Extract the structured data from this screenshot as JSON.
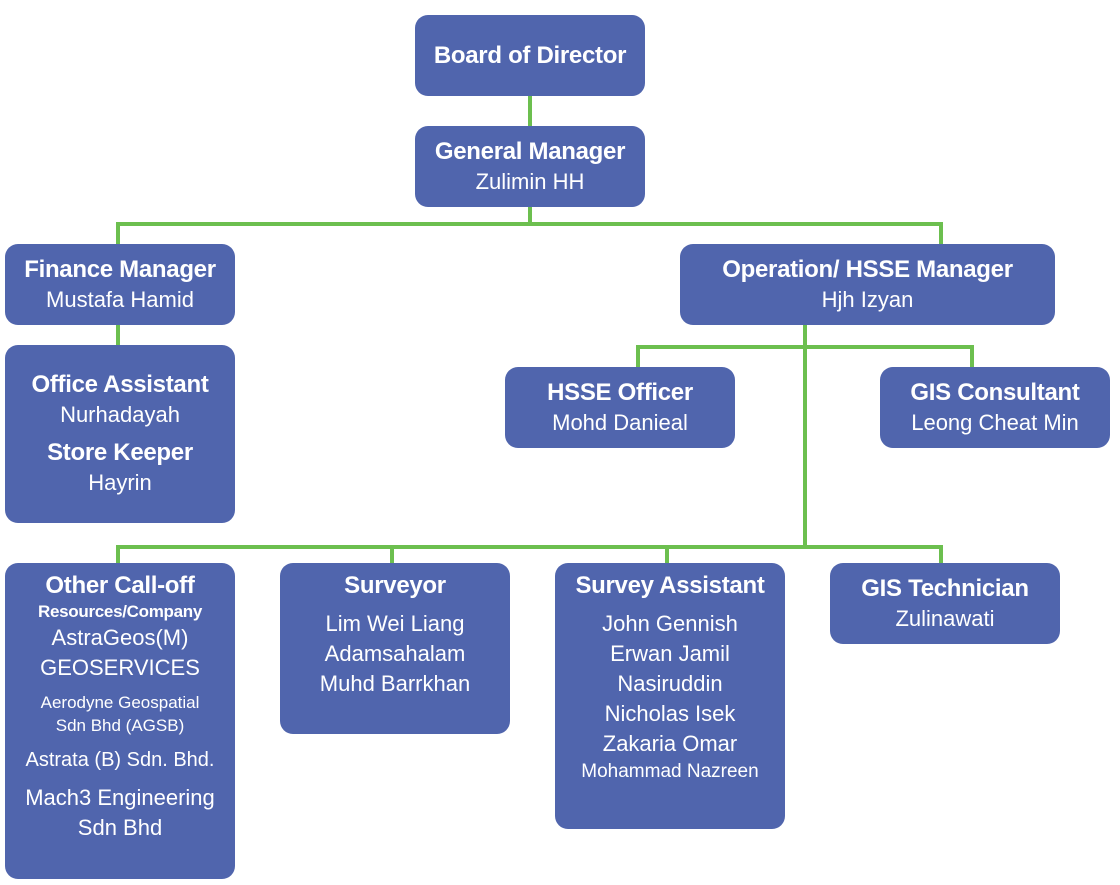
{
  "board": {
    "title": "Board of Director"
  },
  "gm": {
    "title": "General Manager",
    "name": "Zulimin HH"
  },
  "finance": {
    "title": "Finance Manager",
    "name": "Mustafa Hamid"
  },
  "office": {
    "title": "Office Assistant",
    "name": "Nurhadayah",
    "title2": "Store Keeper",
    "name2": "Hayrin"
  },
  "operation": {
    "title": "Operation/ HSSE Manager",
    "name": "Hjh Izyan"
  },
  "hsse": {
    "title": "HSSE Officer",
    "name": "Mohd Danieal"
  },
  "gis_consultant": {
    "title": "GIS Consultant",
    "name": "Leong Cheat Min"
  },
  "callof": {
    "title": "Other Call-off",
    "subtitle": "Resources/Company",
    "items": [
      "AstraGeos(M)",
      "GEOSERVICES",
      "Aerodyne Geospatial",
      "Sdn Bhd (AGSB)",
      "Astrata (B) Sdn. Bhd.",
      "Mach3 Engineering",
      "Sdn Bhd"
    ]
  },
  "surveyor": {
    "title": "Surveyor",
    "names": [
      "Lim Wei Liang",
      "Adamsahalam",
      "Muhd Barrkhan"
    ]
  },
  "survey_assistant": {
    "title": "Survey Assistant",
    "names": [
      "John Gennish",
      "Erwan Jamil",
      "Nasiruddin",
      "Nicholas Isek",
      "Zakaria Omar",
      "Mohammad Nazreen"
    ]
  },
  "gis_technician": {
    "title": "GIS Technician",
    "name": "Zulinawati"
  },
  "colors": {
    "box": "#5065ad",
    "connector": "#6cbf4f",
    "text": "#ffffff"
  }
}
